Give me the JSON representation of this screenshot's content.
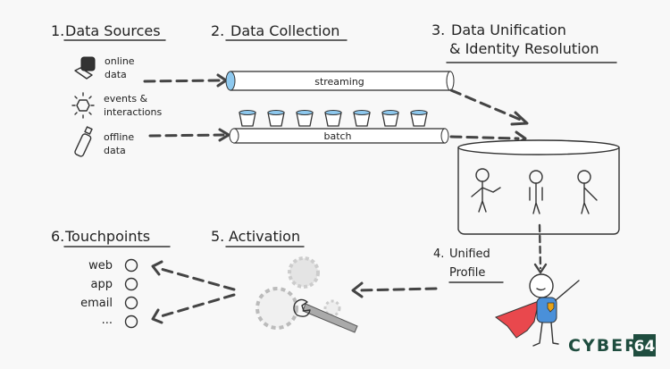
{
  "steps": {
    "sources": {
      "number": "1.",
      "title": "Data Sources"
    },
    "collection": {
      "number": "2.",
      "title": "Data Collection"
    },
    "unification": {
      "number": "3.",
      "line1": "Data Unification",
      "line2": "& Identity Resolution"
    },
    "profile": {
      "number": "4.",
      "line1": "Unified",
      "line2": "Profile"
    },
    "activation": {
      "number": "5.",
      "title": "Activation"
    },
    "touchpoints": {
      "number": "6.",
      "title": "Touchpoints"
    }
  },
  "sources": [
    {
      "icon": "computer-icon",
      "line1": "online",
      "line2": "data"
    },
    {
      "icon": "sun-icon",
      "line1": "events &",
      "line2": "interactions"
    },
    {
      "icon": "usb-drive-icon",
      "line1": "offline",
      "line2": "data"
    }
  ],
  "pipes": {
    "streaming": "streaming",
    "batch": "batch"
  },
  "touchpoints": [
    "web",
    "app",
    "email",
    "..."
  ],
  "logo": {
    "text": "CYBER",
    "badge": "64"
  },
  "colors": {
    "water": "#8ec9ef",
    "cape": "#e9484d",
    "suit": "#4a90d9",
    "badge": "#e8a317",
    "logo": "#1f4d3f"
  }
}
